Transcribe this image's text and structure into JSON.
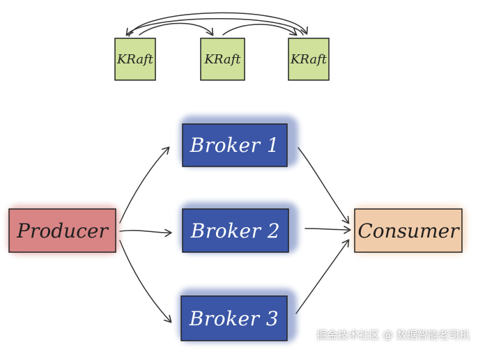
{
  "colors": {
    "kraft_fill": "#cfe19a",
    "broker_fill": "#3b56a6",
    "producer_fill": "#d98585",
    "consumer_fill": "#f1ccaa",
    "stroke": "#222222",
    "arrow": "#333333"
  },
  "nodes": {
    "kraft": [
      {
        "label": "KRaft"
      },
      {
        "label": "KRaft"
      },
      {
        "label": "KRaft"
      }
    ],
    "brokers": [
      {
        "label": "Broker 1"
      },
      {
        "label": "Broker 2"
      },
      {
        "label": "Broker 3"
      }
    ],
    "producer": {
      "label": "Producer"
    },
    "consumer": {
      "label": "Consumer"
    }
  },
  "edges": [
    {
      "from": "KRaft",
      "to": "KRaft",
      "note": "curved sync arrows between controllers"
    },
    {
      "from": "Producer",
      "to": "Broker 1"
    },
    {
      "from": "Producer",
      "to": "Broker 2"
    },
    {
      "from": "Producer",
      "to": "Broker 3"
    },
    {
      "from": "Broker 1",
      "to": "Consumer"
    },
    {
      "from": "Broker 2",
      "to": "Consumer"
    },
    {
      "from": "Broker 3",
      "to": "Consumer"
    }
  ],
  "watermark": "掘金技术社区 @ 数据智能老司机"
}
